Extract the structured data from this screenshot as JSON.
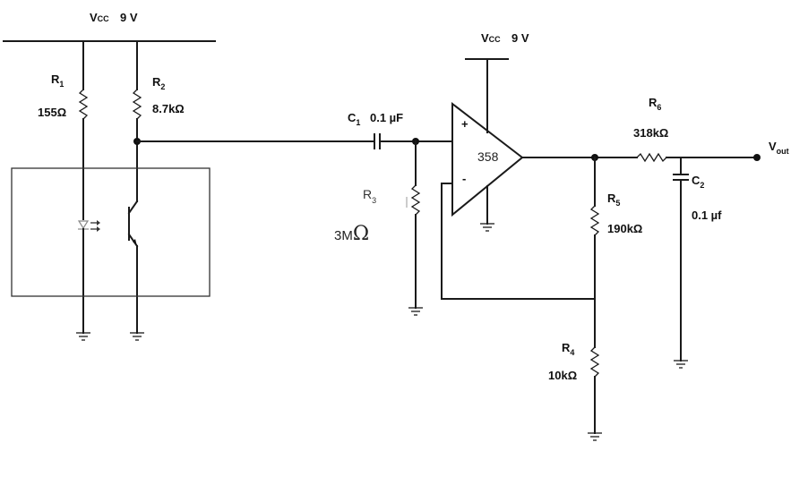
{
  "labels": {
    "vcc_left": "V",
    "vcc_left_sub": "CC",
    "vcc_left_val": "9 V",
    "vcc_right": "V",
    "vcc_right_sub": "CC",
    "vcc_right_val": "9 V",
    "r1_name": "R",
    "r1_sub": "1",
    "r1_val": "155Ω",
    "r2_name": "R",
    "r2_sub": "2",
    "r2_val": "8.7kΩ",
    "c1_name": "C",
    "c1_sub": "1",
    "c1_val": "0.1 µF",
    "r3_name": "R",
    "r3_sub": "3",
    "r3_val_prefix": "3M",
    "r3_val_unit": "Ω",
    "opamp": "358",
    "opamp_plus": "+",
    "opamp_minus": "-",
    "r6_name": "R",
    "r6_sub": "6",
    "r6_val": "318kΩ",
    "r5_name": "R",
    "r5_sub": "5",
    "r5_val": "190kΩ",
    "c2_name": "C",
    "c2_sub": "2",
    "c2_val": "0.1 µf",
    "r4_name": "R",
    "r4_sub": "4",
    "r4_val": "10kΩ",
    "vout": "V",
    "vout_sub": "out"
  }
}
